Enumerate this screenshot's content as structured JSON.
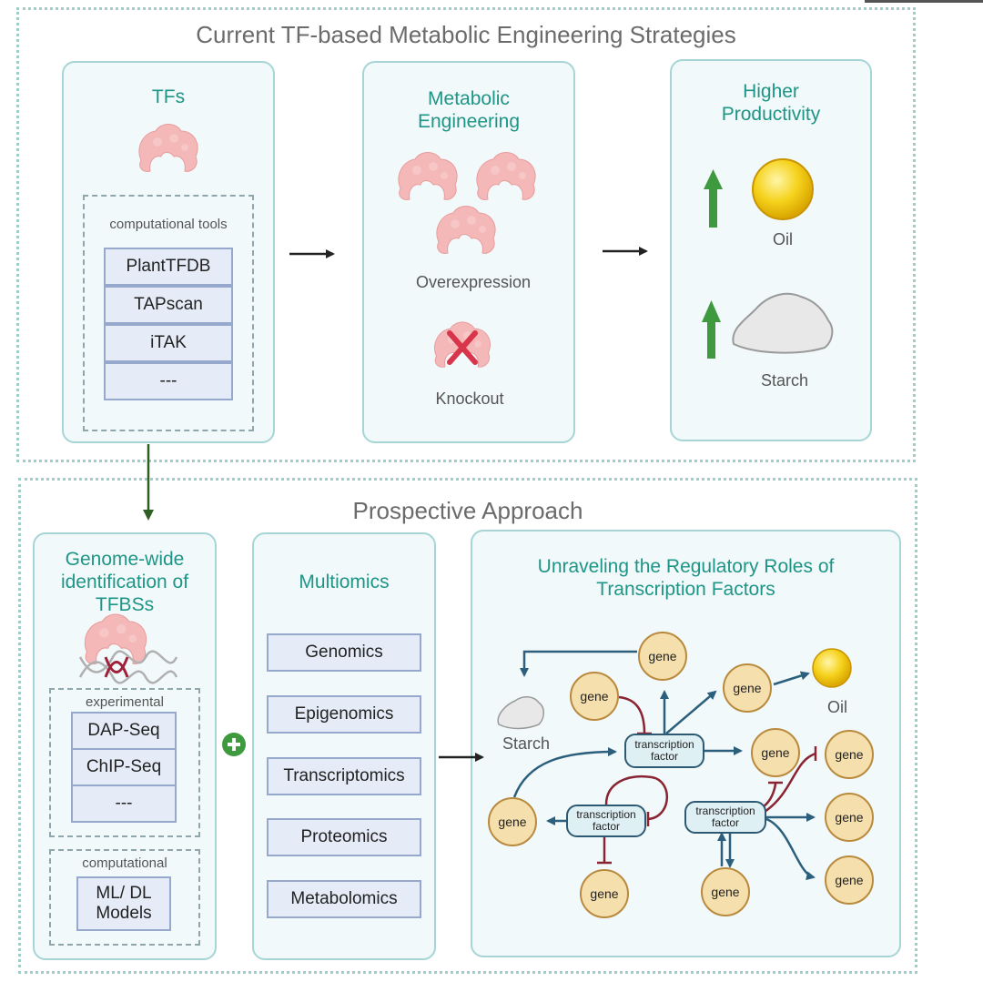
{
  "top_section": {
    "title": "Current TF-based Metabolic Engineering Strategies",
    "tfs_panel": {
      "title": "TFs",
      "tools_caption": "computational tools",
      "tools": [
        "PlantTFDB",
        "TAPscan",
        "iTAK",
        "---"
      ]
    },
    "metabolic_panel": {
      "title_line1": "Metabolic",
      "title_line2": "Engineering",
      "overexpression_label": "Overexpression",
      "knockout_label": "Knockout"
    },
    "productivity_panel": {
      "title_line1": "Higher",
      "title_line2": "Productivity",
      "oil_label": "Oil",
      "starch_label": "Starch"
    }
  },
  "bottom_section": {
    "title": "Prospective Approach",
    "tfbs_panel": {
      "title_line1": "Genome-wide",
      "title_line2": "identification of",
      "title_line3": "TFBSs",
      "experimental_caption": "experimental",
      "experimental_items": [
        "DAP-Seq",
        "ChIP-Seq",
        "---"
      ],
      "computational_caption": "computational",
      "computational_item_line1": "ML/ DL",
      "computational_item_line2": "Models"
    },
    "multiomics_panel": {
      "title": "Multiomics",
      "items": [
        "Genomics",
        "Epigenomics",
        "Transcriptomics",
        "Proteomics",
        "Metabolomics"
      ]
    },
    "regulatory_panel": {
      "title_line1": "Unraveling the Regulatory Roles of",
      "title_line2": "Transcription Factors",
      "gene_label": "gene",
      "tf_line1": "transcription",
      "tf_line2": "factor",
      "starch_label": "Starch",
      "oil_label": "Oil"
    }
  },
  "colors": {
    "teal_title": "#1e9586",
    "panel_fill": "#f1f9fb",
    "panel_border": "#a7d5d6",
    "tool_fill": "#e5ecf8",
    "tool_border": "#96a9cc",
    "protein": "#f4b8b8",
    "green_arrow": "#3f9a3f",
    "network_arrow": "#2b5f7c",
    "inhibit": "#8a2432",
    "gene_fill": "#f5dfac",
    "gene_border": "#b98a3e"
  }
}
